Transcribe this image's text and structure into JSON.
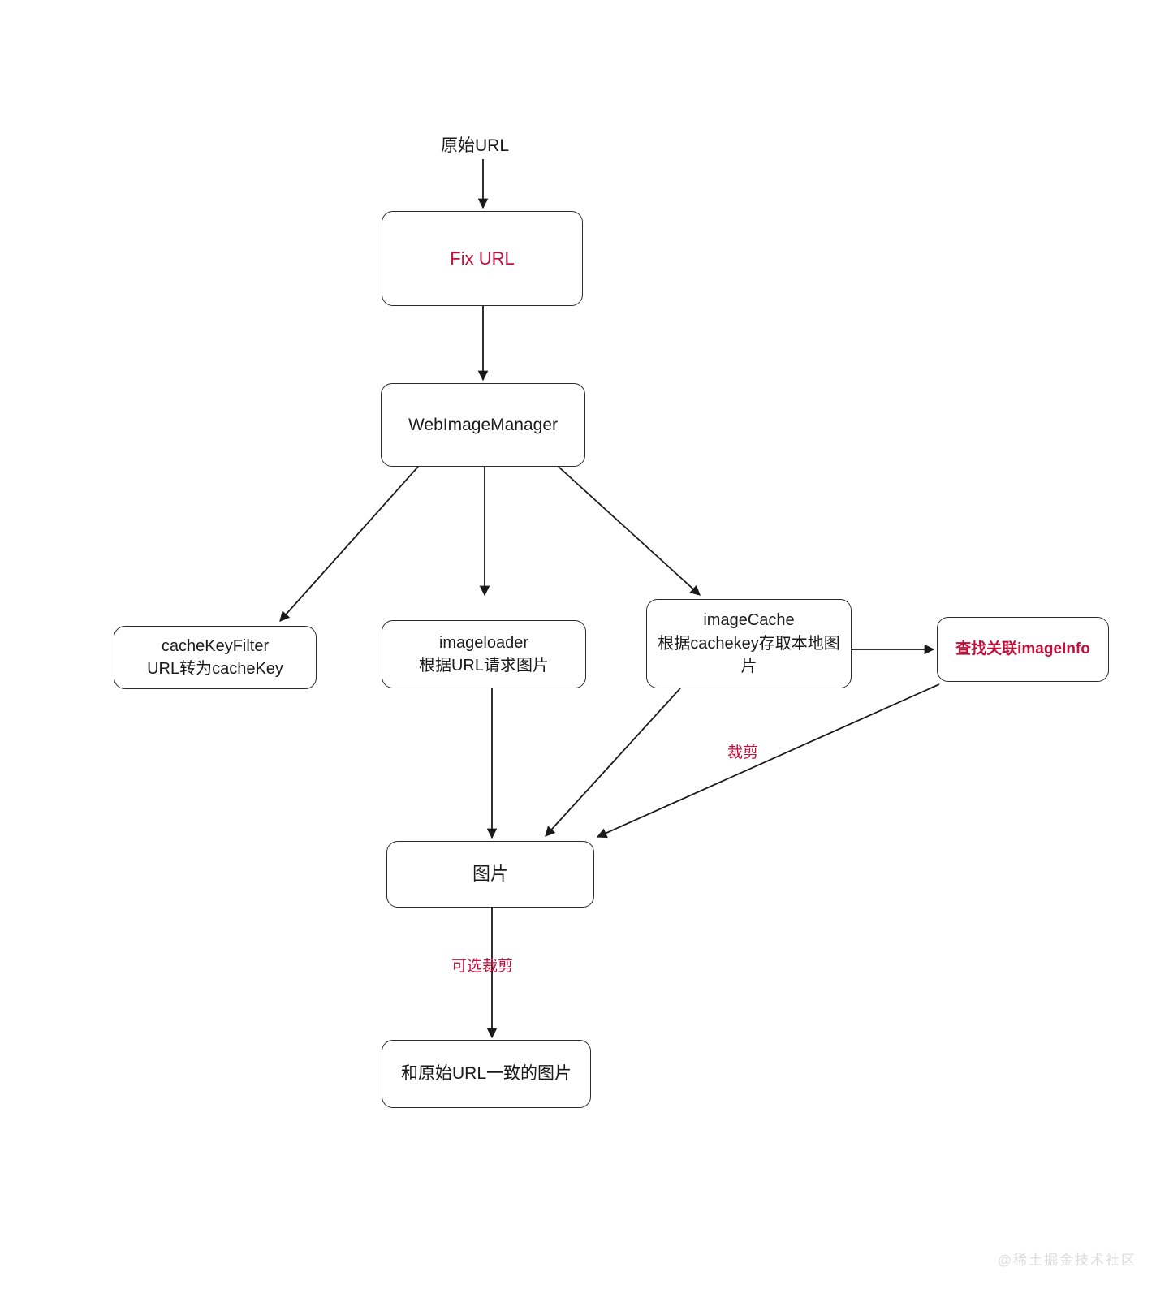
{
  "diagram": {
    "title_label": "原始URL",
    "background_color": "#ffffff",
    "accent_red": "#c0103a",
    "line_color": "#2b2b2b",
    "nodes": [
      {
        "id": "fix-url",
        "label": "Fix URL",
        "color": "black_border_red_text"
      },
      {
        "id": "web-manager",
        "label": "WebImageManager",
        "color": "black"
      },
      {
        "id": "cachekeyfilter",
        "label": "cacheKeyFilter\nURL转为cacheKey",
        "color": "black"
      },
      {
        "id": "imageloader",
        "label": "imageloader\n根据URL请求图片",
        "color": "black"
      },
      {
        "id": "imagecache",
        "label": "imageCache\n根据cachekey存取本地图\n片",
        "color": "black"
      },
      {
        "id": "imageinfo",
        "label": "查找关联imageInfo",
        "color": "red"
      },
      {
        "id": "image",
        "label": "图片",
        "color": "black"
      },
      {
        "id": "final-image",
        "label": "和原始URL一致的图片",
        "color": "black"
      }
    ],
    "edge_labels": [
      {
        "id": "crop",
        "text": "裁剪"
      },
      {
        "id": "optional-crop",
        "text": "可选裁剪"
      }
    ],
    "watermark": "@稀土掘金技术社区"
  }
}
